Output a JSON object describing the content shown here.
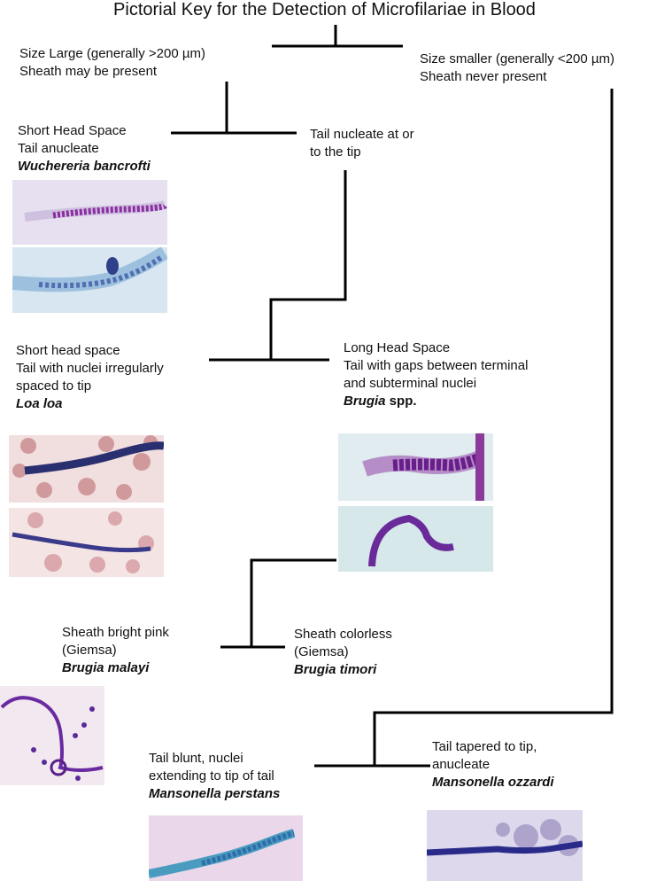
{
  "title": "Pictorial Key for the Detection of Microfilariae in Blood",
  "nodes": {
    "large": {
      "line1": "Size Large (generally >200 µm)",
      "line2": "Sheath may be present"
    },
    "smaller": {
      "line1": "Size smaller (generally <200 µm)",
      "line2": "Sheath never present"
    },
    "wuchereria": {
      "line1": "Short Head Space",
      "line2": "Tail anucleate",
      "species": "Wuchereria bancrofti"
    },
    "tail_nucleate": {
      "line1": "Tail nucleate at or",
      "line2": "to the tip"
    },
    "loa": {
      "line1": "Short head space",
      "line2": "Tail with nuclei irregularly",
      "line3": "spaced to tip",
      "species": "Loa loa"
    },
    "brugia": {
      "line1": "Long Head Space",
      "line2": "Tail with gaps between terminal",
      "line3": "and subterminal nuclei",
      "species_italic": "Brugia",
      "species_plain": " spp."
    },
    "malayi": {
      "line1": "Sheath bright pink",
      "line2": "(Giemsa)",
      "species": "Brugia malayi"
    },
    "timori": {
      "line1": "Sheath colorless",
      "line2": "(Giemsa)",
      "species": "Brugia timori"
    },
    "perstans": {
      "line1": "Tail blunt, nuclei",
      "line2": "extending to tip of tail",
      "species": "Mansonella perstans"
    },
    "ozzardi": {
      "line1": "Tail tapered to tip,",
      "line2": "anucleate",
      "species": "Mansonella ozzardi"
    }
  }
}
